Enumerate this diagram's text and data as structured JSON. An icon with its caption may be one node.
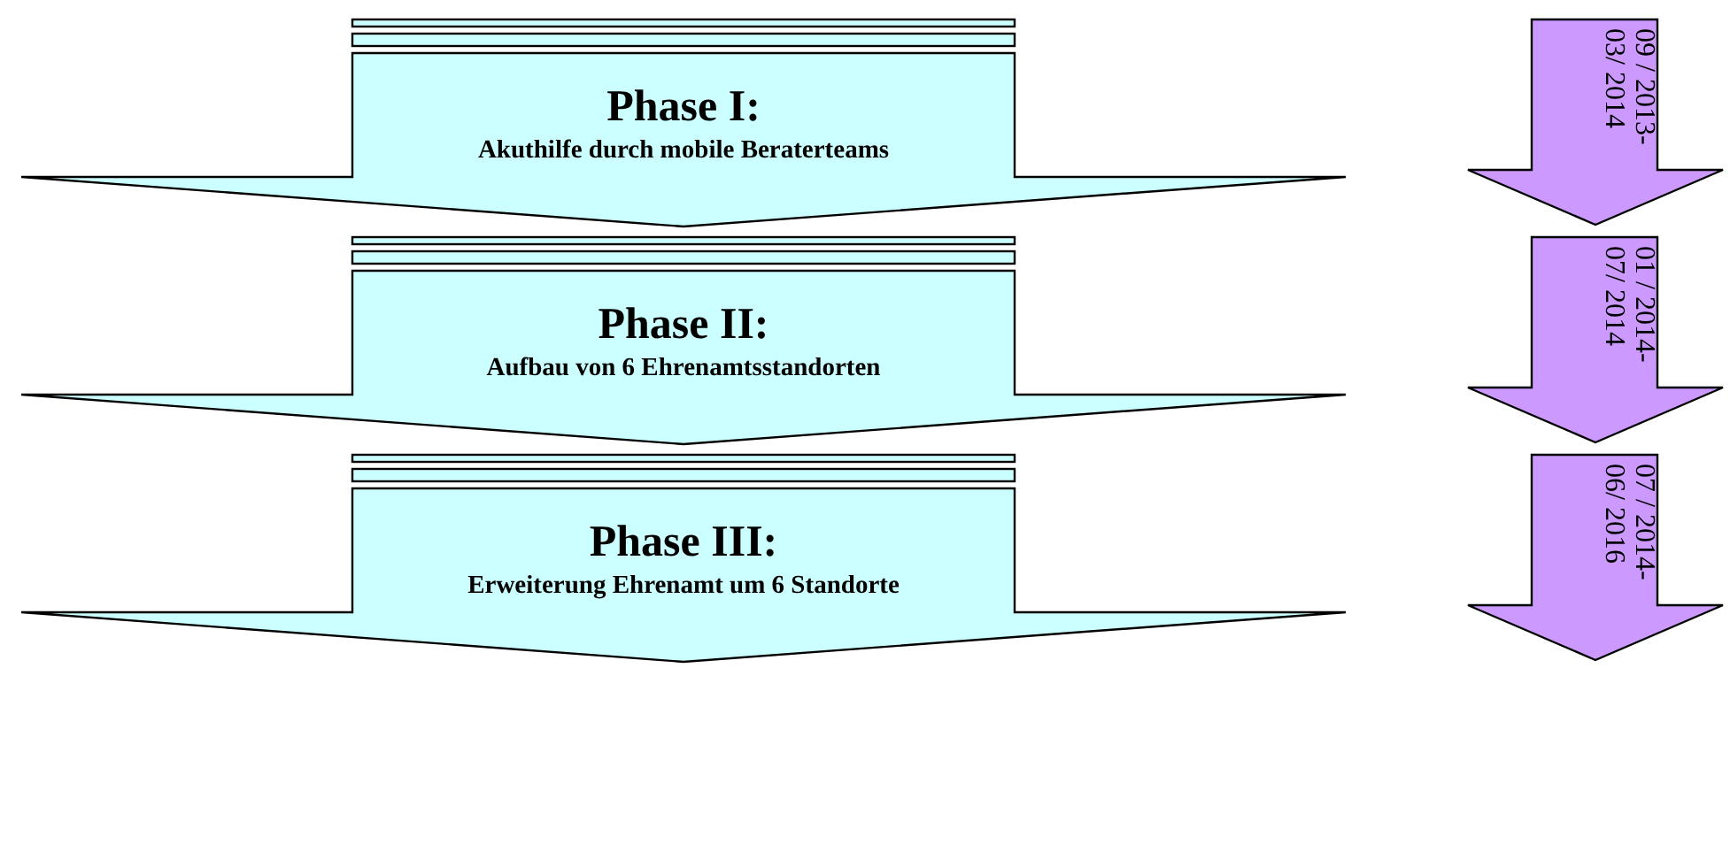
{
  "diagram": {
    "nodes": [
      {
        "text": [
          "Phase I:",
          "Akuthilfe durch mobile Beraterteams"
        ]
      },
      {
        "text": [
          "Phase II:",
          "Aufbau von 6 Ehrenamtsstandorten"
        ]
      },
      {
        "text": [
          "Phase III:",
          "Erweiterung Ehrenamt um 6 Standorte"
        ]
      },
      {
        "text": [
          "09 / 2013- 03/ 2014"
        ]
      },
      {
        "text": [
          "01 / 2014- 07/ 2014"
        ]
      },
      {
        "text": [
          "07 / 2014- 06/ 2016"
        ]
      }
    ]
  }
}
